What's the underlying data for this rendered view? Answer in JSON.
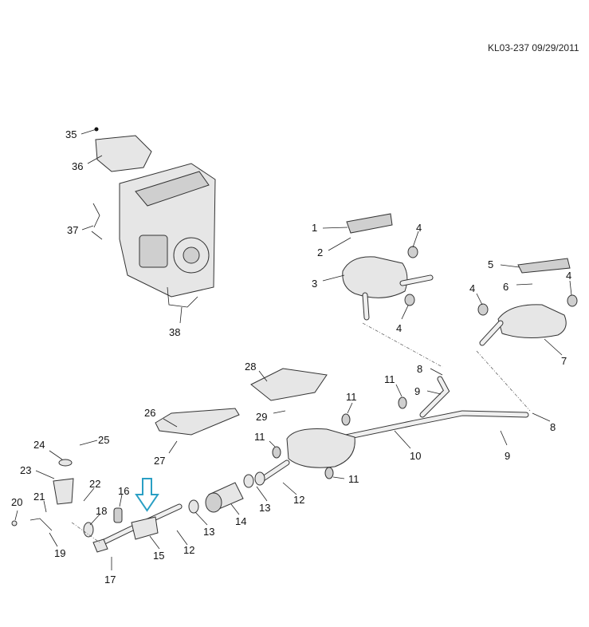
{
  "header": {
    "doc_id": "KL03-237 09/29/2011"
  },
  "callouts": {
    "c1": "1",
    "c2": "2",
    "c3": "3",
    "c4a": "4",
    "c4b": "4",
    "c5": "5",
    "c6": "6",
    "c4c": "4",
    "c4d": "4",
    "c7": "7",
    "c8a": "8",
    "c9a": "9",
    "c11a": "11",
    "c11b": "11",
    "c8b": "8",
    "c9b": "9",
    "c10": "10",
    "c28": "28",
    "c29": "29",
    "c26": "26",
    "c27": "27",
    "c11c": "11",
    "c11d": "11",
    "c12a": "12",
    "c13a": "13",
    "c14": "14",
    "c13b": "13",
    "c12b": "12",
    "c15": "15",
    "c16": "16",
    "c17": "17",
    "c18": "18",
    "c19": "19",
    "c20": "20",
    "c21": "21",
    "c22": "22",
    "c23": "23",
    "c24": "24",
    "c25": "25",
    "c35": "35",
    "c36": "36",
    "c37": "37",
    "c38": "38"
  },
  "highlight": {
    "target_part": "15",
    "arrow_color": "#2a9fc4"
  }
}
